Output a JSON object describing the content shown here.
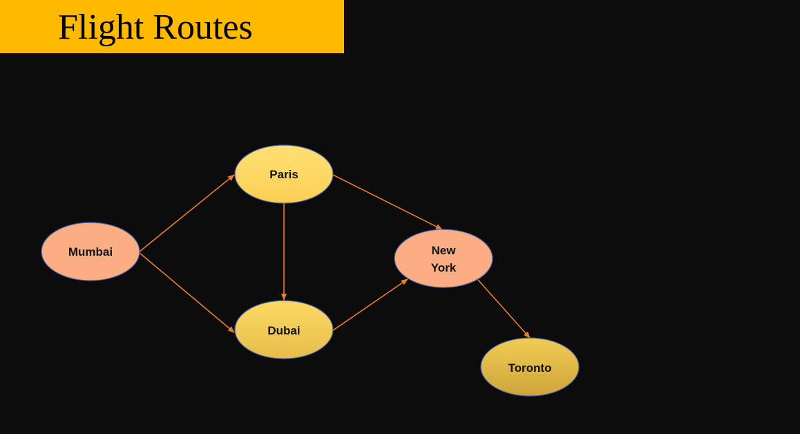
{
  "title": "Flight Routes",
  "colors": {
    "background": "#0c0c0c",
    "title_bar": "#ffb900",
    "edge": "#ed7d31",
    "node_salmon": "#fbae83",
    "node_yellow": "#fdd562",
    "node_gold": "#dfb744",
    "node_border": "#4a5fa8"
  },
  "nodes": [
    {
      "id": "mumbai",
      "label": "Mumbai"
    },
    {
      "id": "paris",
      "label": "Paris"
    },
    {
      "id": "dubai",
      "label": "Dubai"
    },
    {
      "id": "newyork",
      "label_line1": "New",
      "label_line2": "York"
    },
    {
      "id": "toronto",
      "label": "Toronto"
    }
  ],
  "edges": [
    {
      "from": "Mumbai",
      "to": "Paris"
    },
    {
      "from": "Mumbai",
      "to": "Dubai"
    },
    {
      "from": "Paris",
      "to": "Dubai"
    },
    {
      "from": "Paris",
      "to": "New York"
    },
    {
      "from": "Dubai",
      "to": "New York"
    },
    {
      "from": "New York",
      "to": "Toronto"
    }
  ]
}
